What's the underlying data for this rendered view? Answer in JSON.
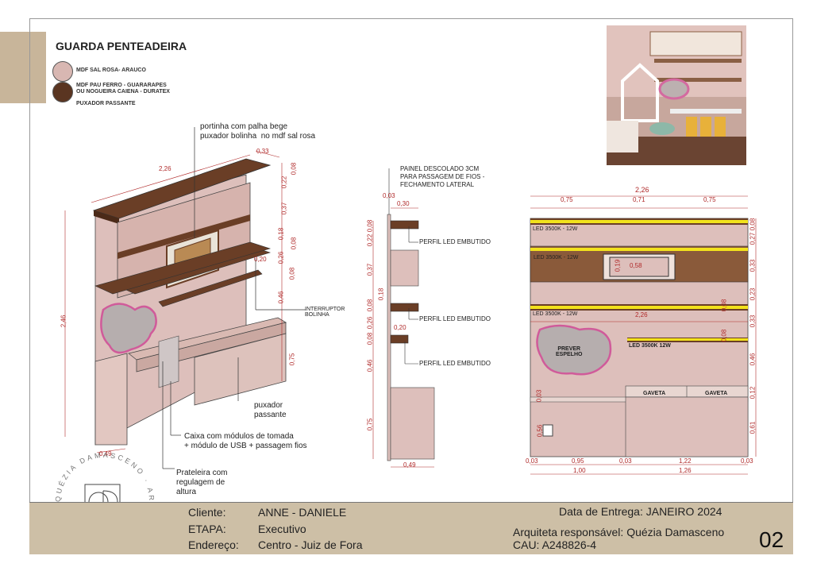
{
  "title": "GUARDA PENTEADEIRA",
  "materials": [
    {
      "label": "MDF SAL ROSA- ARAUCO",
      "color": "#d8b7b2"
    },
    {
      "label": "MDF PAU FERRO - GUARARAPES\nOU NOGUEIRA CAIENA - DURATEX",
      "color": "#5a3521"
    }
  ],
  "materials_extra": "PUXADOR PASSANTE",
  "notes": {
    "portinha": "portinha com palha bege\npuxador bolinha  no mdf sal rosa",
    "interruptor": "INTERRUPTOR\nBOLINHA",
    "puxador": "puxador\npassante",
    "caixa": "Caixa com módulos de tomada\n+ módulo de USB + passagem fios",
    "prateleira": "Prateleira com\nregulagem de\naltura",
    "painel": "PAINEL DESCOLADO 3CM\nPARA PASSAGEM DE FIOS -\nFECHAMENTO LATERAL",
    "perfil1": "PERFIL LED EMBUTIDO",
    "perfil2": "PERFIL LED EMBUTIDO",
    "perfil3": "PERFIL LED EMBUTIDO"
  },
  "iso_dims": {
    "w": "2,26",
    "d": "0,33",
    "h": "2,46",
    "shelf": "0,20",
    "base": "0,49",
    "v1": "0,08",
    "v2": "0,22",
    "v3": "0,37",
    "v4": "0,18",
    "v5": "0,08",
    "v6": "0,26",
    "v7": "0,08",
    "v8": "0,46",
    "v9": "0,75"
  },
  "side_dims": {
    "top": "0,03",
    "depth": "0,30",
    "shelf": "0,20",
    "base": "0,49",
    "v1": "0,08",
    "v2": "0,22",
    "v3": "0,37",
    "v4": "0,08",
    "v5": "0,18",
    "v6": "0,26",
    "v7": "0,08",
    "v8": "0,46",
    "v9": "0,75"
  },
  "front": {
    "total": "2,26",
    "top_parts": [
      "0,75",
      "0,71",
      "0,75"
    ],
    "mid": "2,26",
    "led1": "LED 3500K - 12W",
    "led2": "LED 3500K - 12W",
    "led3": "LED 3500K - 12W",
    "led4": "LED 3500K 12W",
    "mirror": "PREVER\nESPELHO",
    "gaveta1": "GAVETA",
    "gaveta2": "GAVETA",
    "bottom1": [
      "0,03",
      "0,95",
      "0,03",
      "1,22",
      "0,03"
    ],
    "bottom2": [
      "1,00",
      "1,26"
    ],
    "right": [
      "0,08",
      "0,27",
      "0,33",
      "0,23",
      "0,08",
      "0,33",
      "0,08",
      "0,46",
      "0,12",
      "0,61"
    ],
    "inner": [
      "0,58",
      "0,19",
      "0,03",
      "0,56"
    ]
  },
  "logo": {
    "ring_text": "QUÉZIA DAMASCENO · ARQUITETURA E INTERIORES ·"
  },
  "footer": {
    "cliente_label": "Cliente:",
    "cliente": "ANNE - DANIELE",
    "etapa_label": "ETAPA:",
    "etapa": "Executivo",
    "endereco_label": "Endereço:",
    "endereco": "Centro - Juiz de Fora",
    "entrega": "Data de Entrega:  JANEIRO 2024",
    "arquiteta": "Arquiteta responsável: Quézia Damasceno",
    "cau": "CAU: A248826-4",
    "page": "02"
  }
}
